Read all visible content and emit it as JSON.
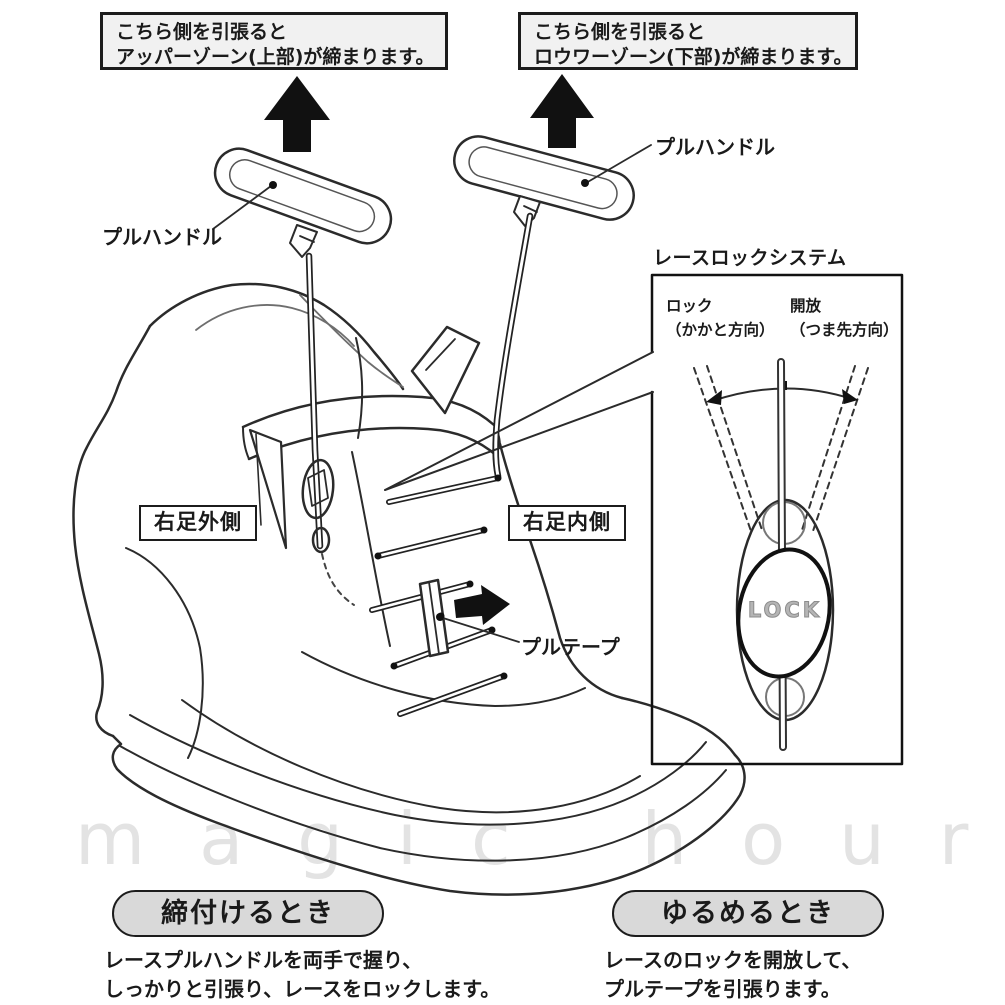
{
  "instructions": {
    "upper": {
      "line1": "こちら側を引張ると",
      "line2": "アッパーゾーン(上部)が締まります。"
    },
    "lower": {
      "line1": "こちら側を引張ると",
      "line2": "ロウワーゾーン(下部)が締まります。"
    }
  },
  "labels": {
    "pull_handle_left": "プルハンドル",
    "pull_handle_right": "プルハンドル",
    "right_foot_outside": "右足外側",
    "right_foot_inside": "右足内側",
    "pull_tape": "プルテープ"
  },
  "lace_lock": {
    "title": "レースロックシステム",
    "lock_label": "ロック",
    "lock_direction": "（かかと方向）",
    "release_label": "開放",
    "release_direction": "（つま先方向）",
    "lock_text": "LOCK"
  },
  "tighten": {
    "heading": "締付けるとき",
    "line1": "レースプルハンドルを両手で握り、",
    "line2": "しっかりと引張り、レースをロックします。"
  },
  "loosen": {
    "heading": "ゆるめるとき",
    "line1": "レースのロックを開放して、",
    "line2": "プルテープを引張ります。"
  },
  "watermark": "magic hour",
  "colors": {
    "line": "#2b2b2b",
    "arrow": "#111111",
    "note_box_fill": "#f1f1f1",
    "pill_fill": "#d9d9d9",
    "watermark": "#e3e3e3"
  }
}
